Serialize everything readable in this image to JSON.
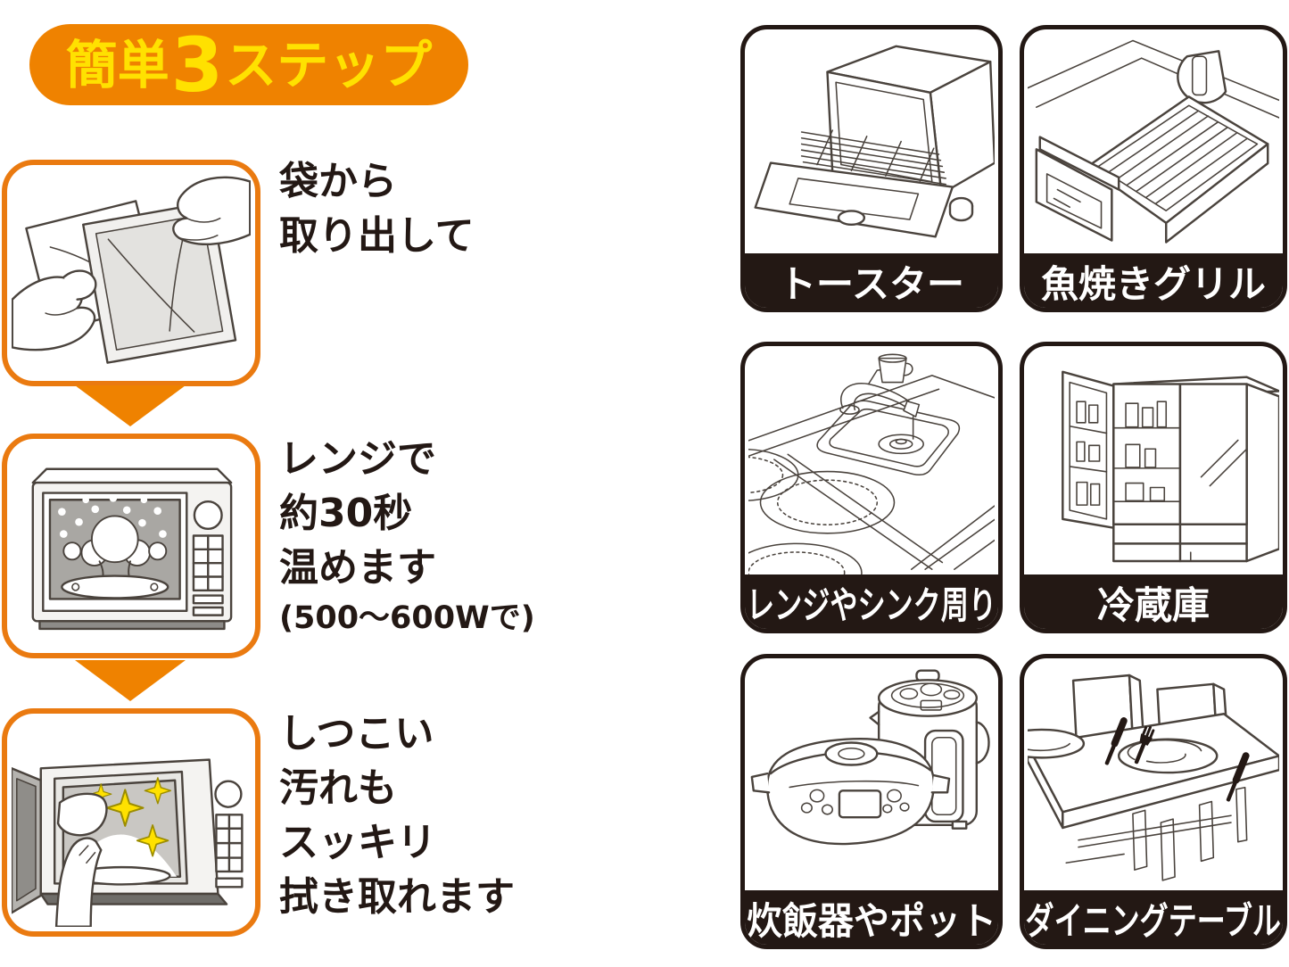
{
  "colors": {
    "accent_orange": "#ef8200",
    "banner_text_yellow": "#ffe100",
    "label_bar_black": "#231814",
    "sparkle_yellow": "#ffe100",
    "line_art": "#4a433d"
  },
  "banner": {
    "prefix": "簡単",
    "number": "3",
    "suffix": "ステップ"
  },
  "steps": [
    {
      "id": 1,
      "illustration": "hands-removing-sheet-from-bag",
      "lines": [
        "袋から",
        "取り出して"
      ]
    },
    {
      "id": 2,
      "illustration": "microwave-heating-steam",
      "lines": [
        "レンジで",
        "約30秒",
        "温めます"
      ],
      "note": "(500〜600Wで)"
    },
    {
      "id": 3,
      "illustration": "hand-wiping-microwave-sparkles",
      "lines": [
        "しつこい",
        "汚れも",
        "スッキリ",
        "拭き取れます"
      ]
    }
  ],
  "usage_panels": [
    {
      "label": "トースター",
      "illustration": "toaster-oven"
    },
    {
      "label": "魚焼きグリル",
      "illustration": "fish-grill"
    },
    {
      "label": "レンジやシンク周り",
      "illustration": "range-and-sink"
    },
    {
      "label": "冷蔵庫",
      "illustration": "refrigerator"
    },
    {
      "label": "炊飯器やポット",
      "illustration": "rice-cooker-and-pot"
    },
    {
      "label": "ダイニングテーブル",
      "illustration": "dining-table"
    }
  ]
}
